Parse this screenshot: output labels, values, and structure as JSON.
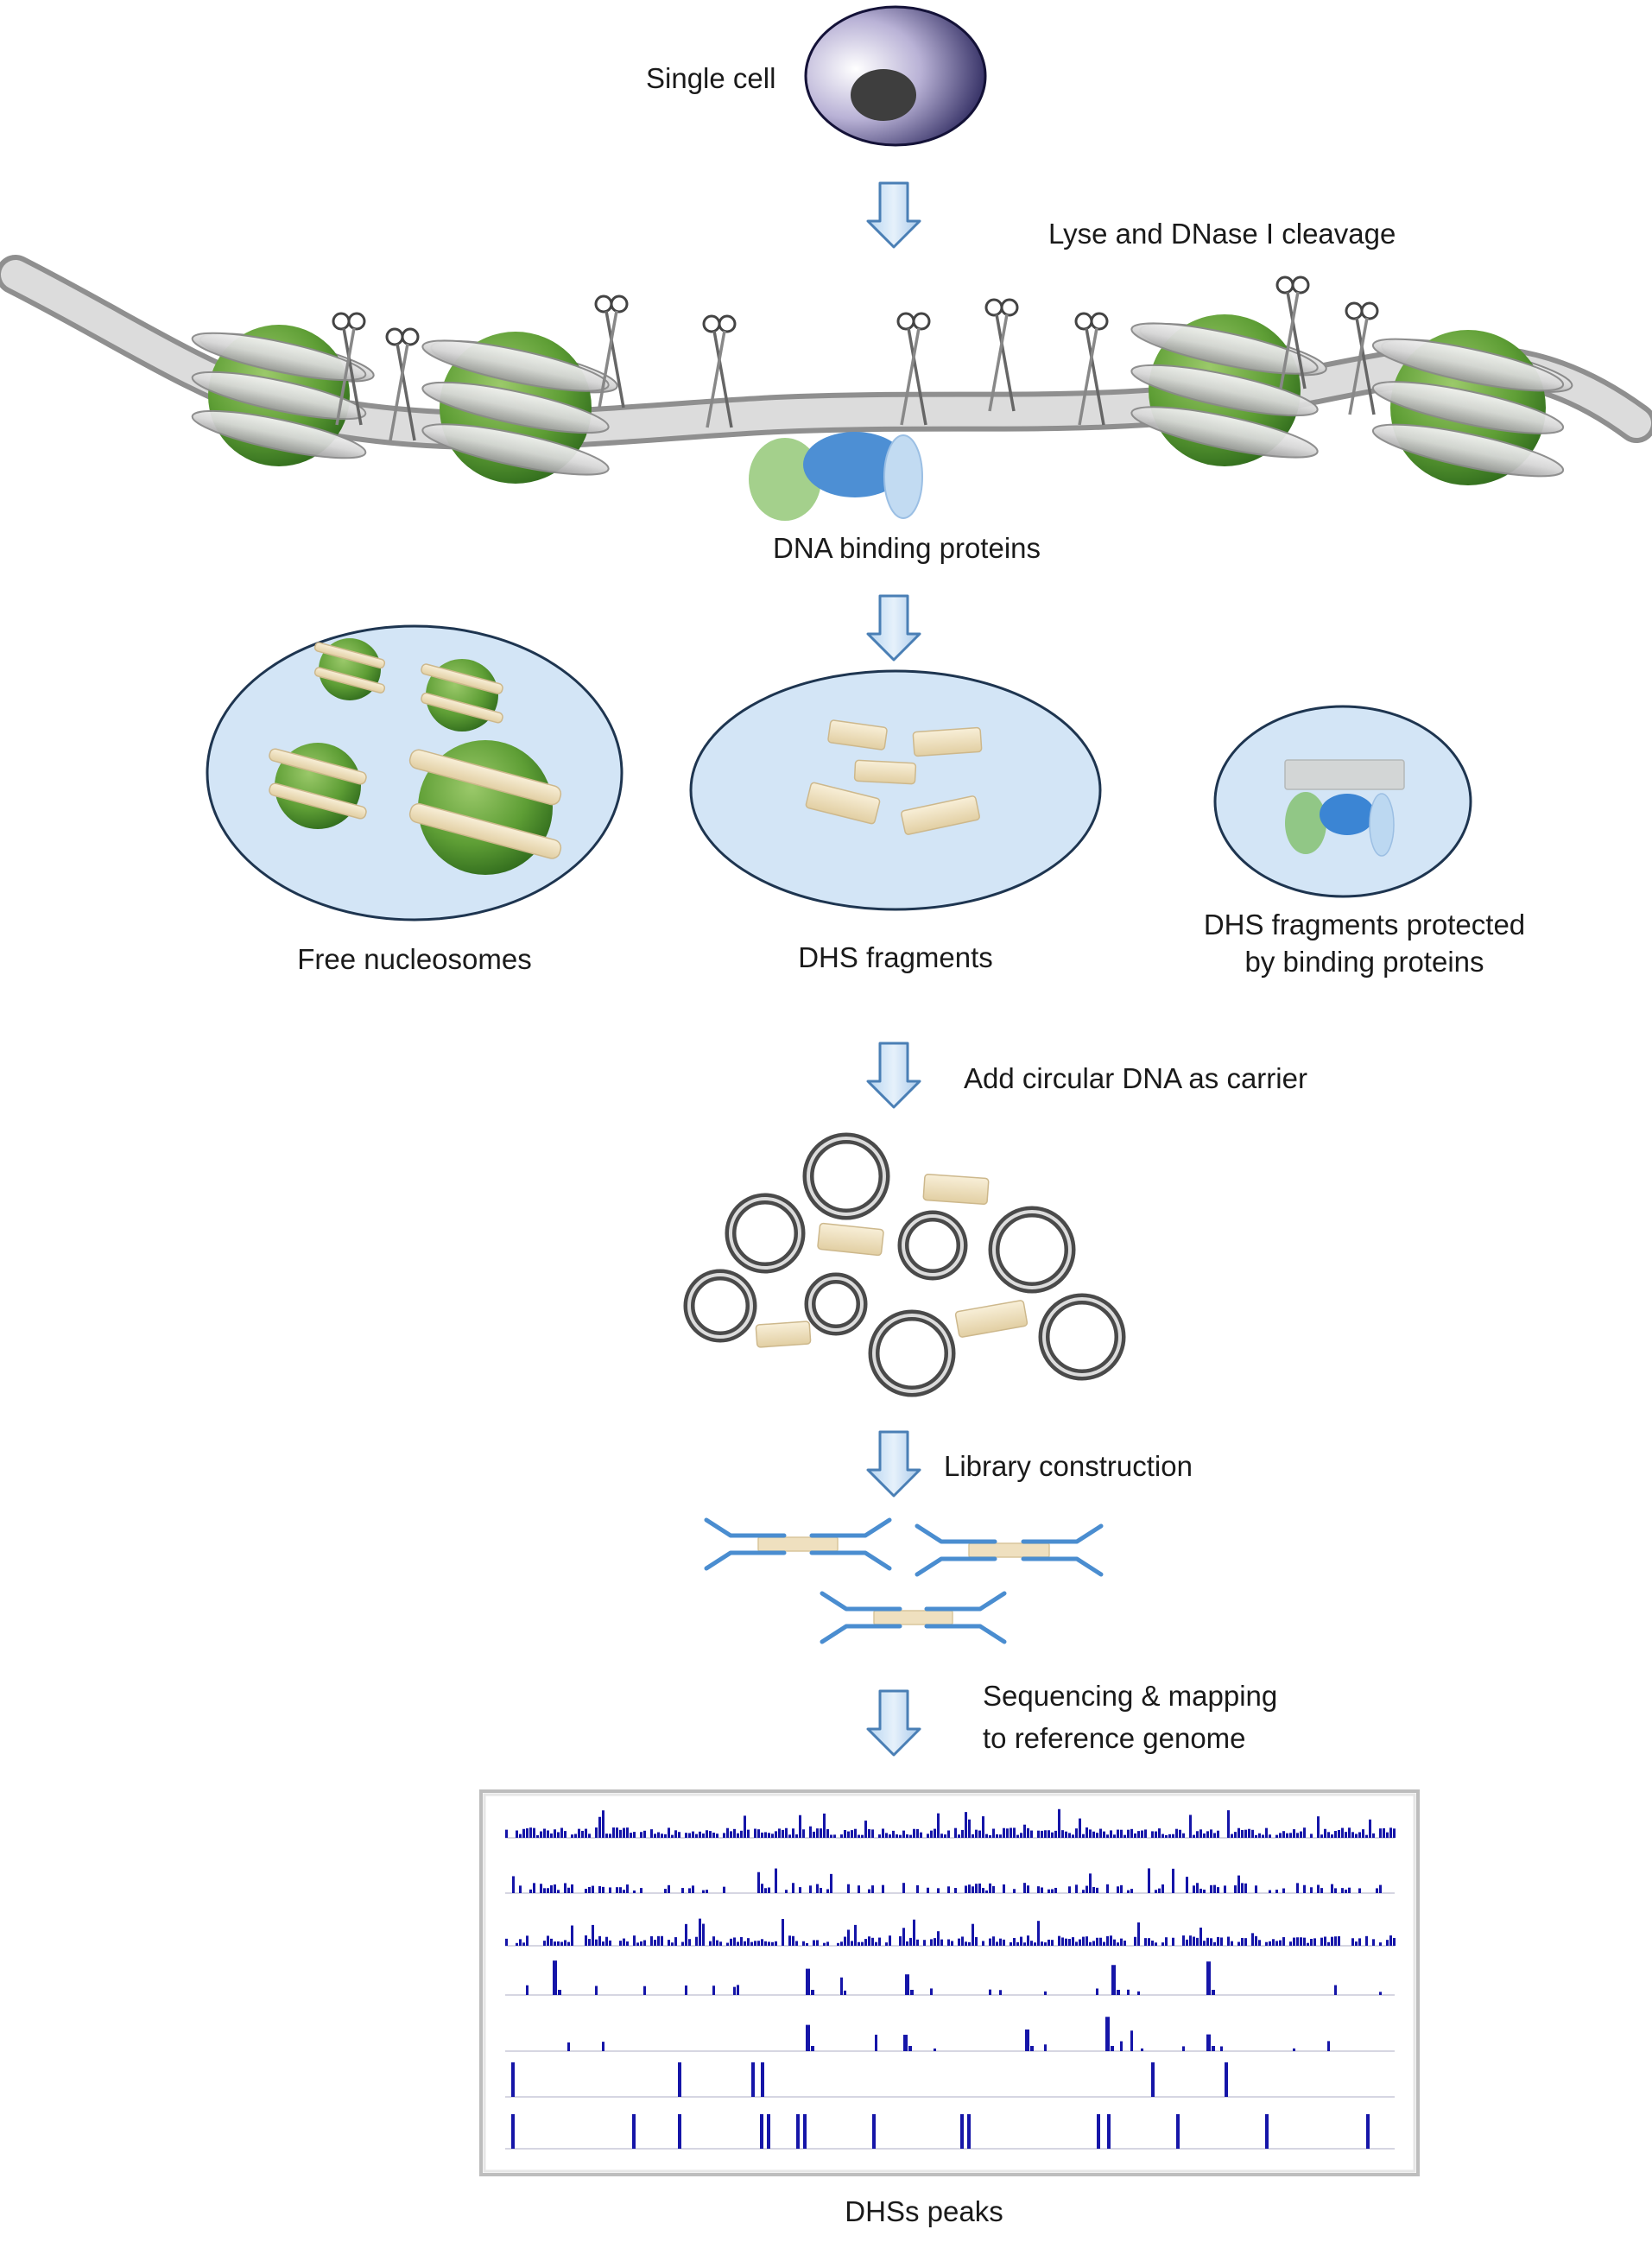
{
  "labels": {
    "single_cell": "Single cell",
    "lyse": "Lyse and DNase I cleavage",
    "dna_binding": "DNA binding proteins",
    "free_nucleosomes": "Free nucleosomes",
    "dhs_fragments": "DHS fragments",
    "dhs_protected_1": "DHS fragments protected",
    "dhs_protected_2": "by binding proteins",
    "add_circular": "Add circular DNA as carrier",
    "library": "Library construction",
    "sequencing_1": "Sequencing & mapping",
    "sequencing_2": "to reference genome",
    "dhs_peaks": "DHSs peaks"
  },
  "colors": {
    "arrow_fill": "#cfe3f5",
    "arrow_stroke": "#4a7fb5",
    "nucleosome_green": "#5e9e35",
    "bubble_fill": "#d3e5f6",
    "bubble_stroke": "#1e3550",
    "fragment": "#efe0bf",
    "adapter": "#4a8dd0",
    "track": "#1515a8",
    "ring": "#5a5a5a"
  }
}
